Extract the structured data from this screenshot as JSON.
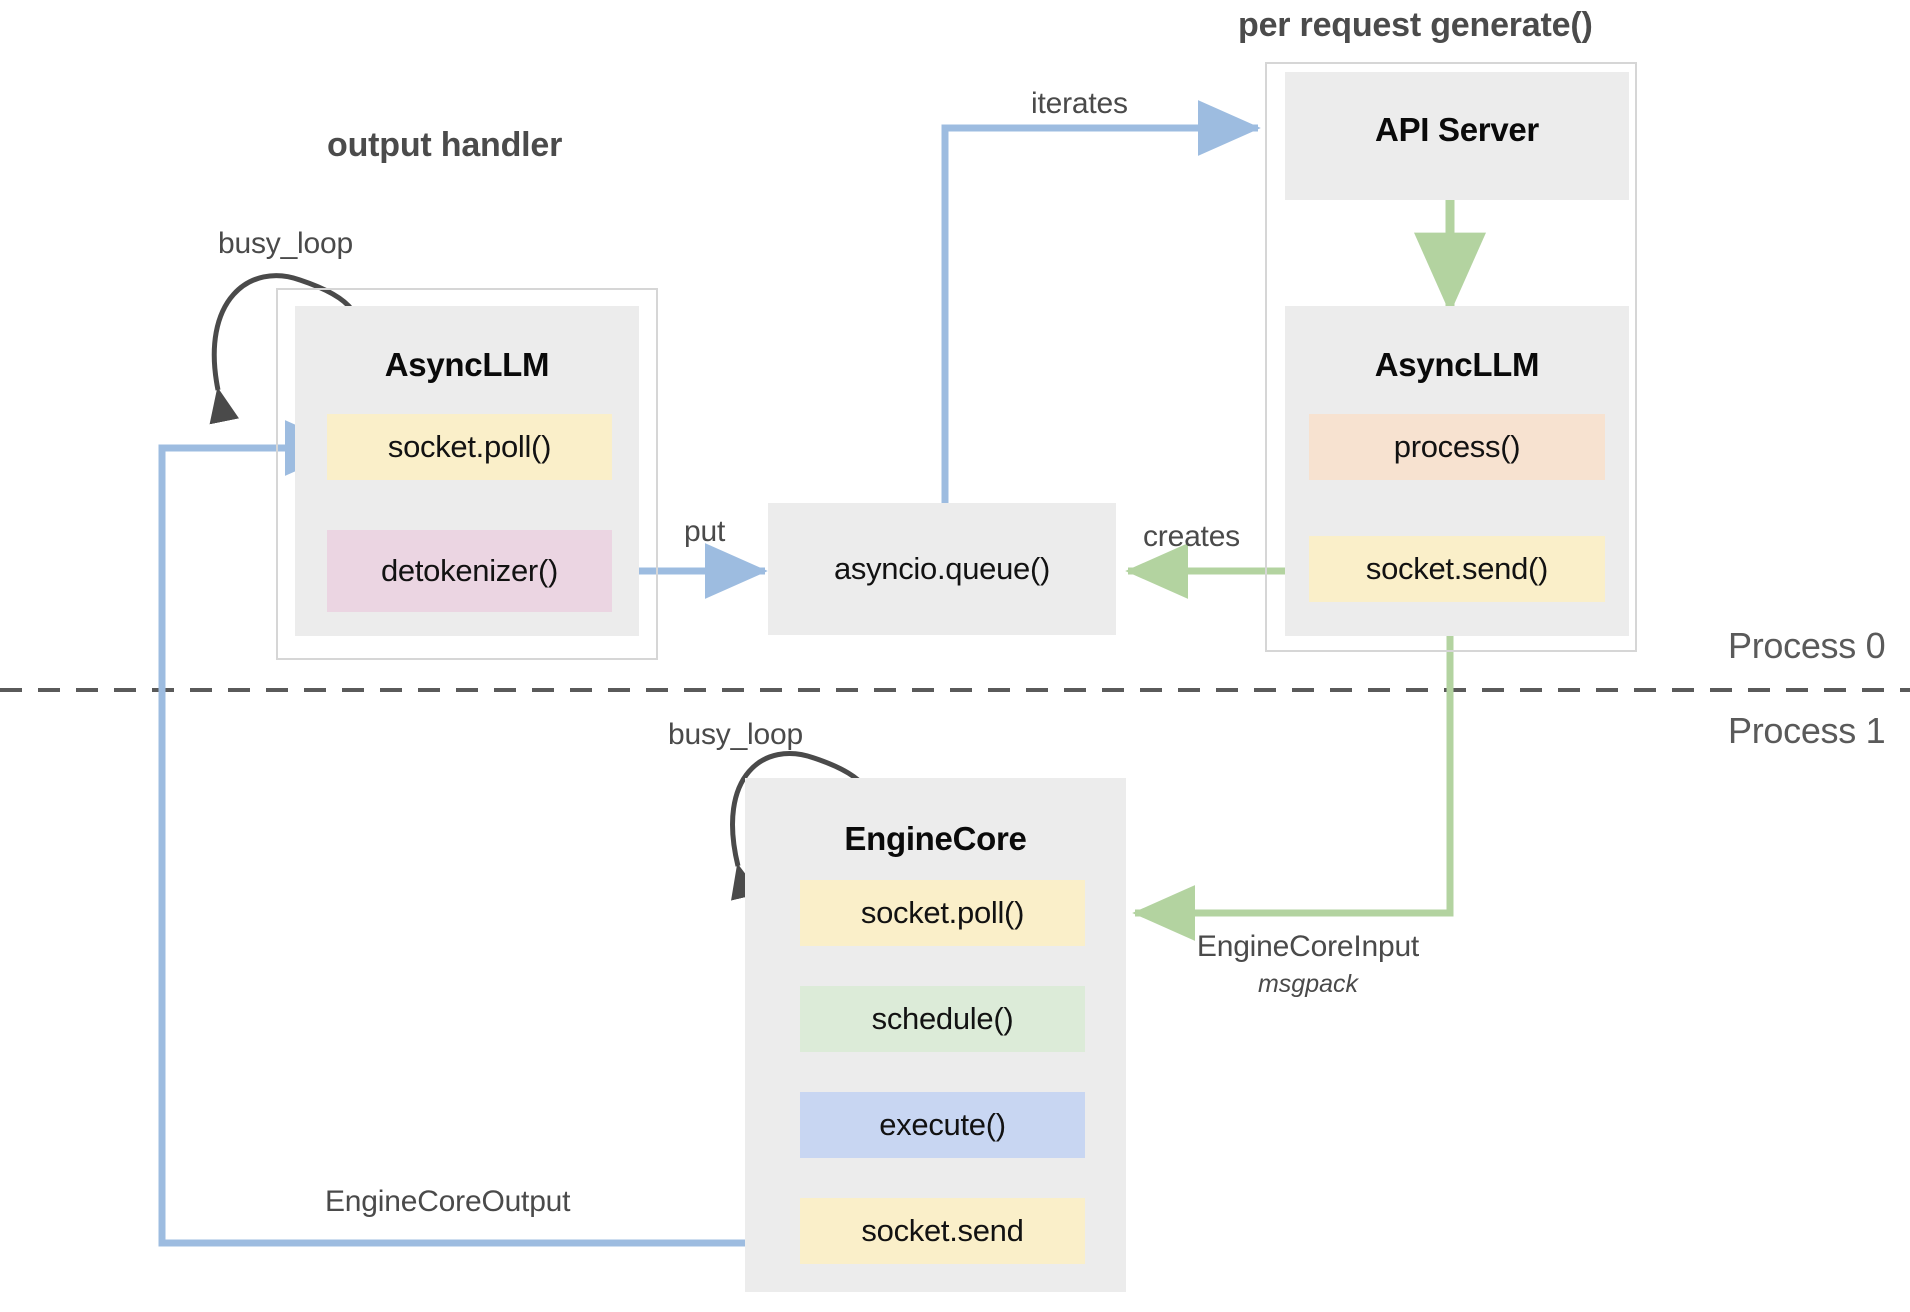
{
  "diagram": {
    "title_output_handler": "output handler",
    "title_per_request": "per request generate()",
    "process_top": "Process 0",
    "process_bottom": "Process 1"
  },
  "groups": {
    "output_handler": {
      "label": "output handler",
      "component": {
        "name": "AsyncLLM",
        "items": [
          {
            "label": "socket.poll()",
            "color": "#FAEFC9"
          },
          {
            "label": "detokenizer()",
            "color": "#EBD5E2"
          }
        ]
      },
      "self_loop_label": "busy_loop"
    },
    "per_request": {
      "label": "per request generate()",
      "components": [
        {
          "name": "API Server",
          "items": []
        },
        {
          "name": "AsyncLLM",
          "items": [
            {
              "label": "process()",
              "color": "#F7E2D0"
            },
            {
              "label": "socket.send()",
              "color": "#FAEFC9"
            }
          ]
        }
      ]
    },
    "engine_core": {
      "component": {
        "name": "EngineCore",
        "items": [
          {
            "label": "socket.poll()",
            "color": "#FAEFC9"
          },
          {
            "label": "schedule()",
            "color": "#DCEBD8"
          },
          {
            "label": "execute()",
            "color": "#C8D6F2"
          },
          {
            "label": "socket.send",
            "color": "#FAEFC9"
          }
        ]
      },
      "self_loop_label": "busy_loop"
    }
  },
  "queue": {
    "label": "asyncio.queue()"
  },
  "edges": {
    "iterates": "iterates",
    "put": "put",
    "creates": "creates",
    "engine_core_input": "EngineCoreInput",
    "engine_core_input_sub": "msgpack",
    "engine_core_output": "EngineCoreOutput"
  },
  "colors": {
    "blue_arrow": "#9DBCE0",
    "green_arrow": "#B3D3A0",
    "black_arrow": "#4a4a4a",
    "box_gray": "#ececec",
    "frame_gray": "#d6d6d6",
    "divider_gray": "#5a5a5a",
    "yellow": "#FAEFC9",
    "pink": "#EBD5E2",
    "peach": "#F7E2D0",
    "green": "#DCEBD8",
    "blue": "#C8D6F2"
  }
}
